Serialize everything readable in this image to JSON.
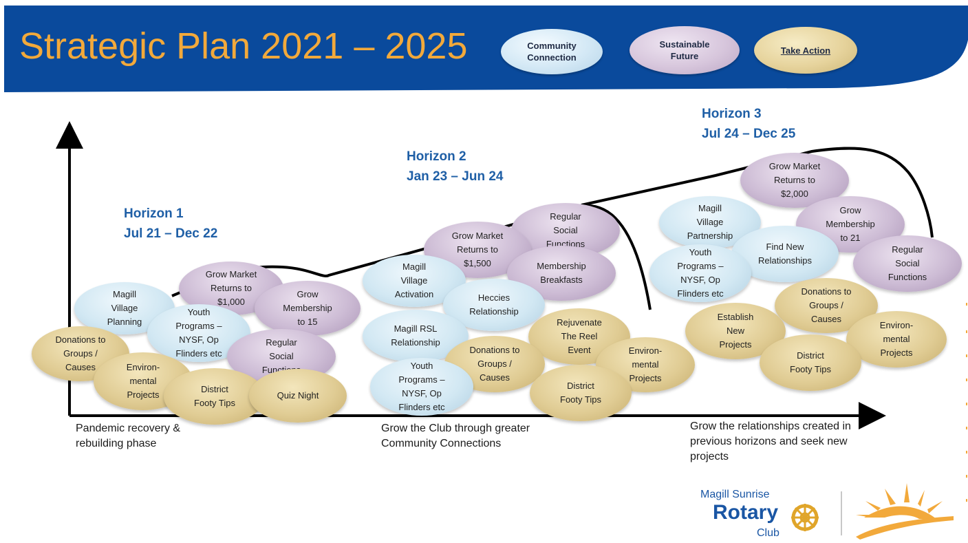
{
  "header": {
    "title": "Strategic Plan 2021 – 2025",
    "pills": [
      {
        "label": "Community\nConnection",
        "color": "blue"
      },
      {
        "label": "Sustainable\nFuture",
        "color": "purple"
      },
      {
        "label": "Take Action",
        "color": "tan"
      }
    ]
  },
  "horizons": [
    {
      "name": "Horizon 1",
      "dates": "Jul 21 – Dec 22"
    },
    {
      "name": "Horizon 2",
      "dates": "Jan 23 – Jun 24"
    },
    {
      "name": "Horizon 3",
      "dates": "Jul 24 – Dec 25"
    }
  ],
  "phases": [
    "Pandemic recovery &\nrebuilding phase",
    "Grow the Club through greater\nCommunity Connections",
    "Grow the relationships created in\nprevious horizons and seek new\nprojects"
  ],
  "horizon1_items": [
    {
      "label": "Magill\nVillage\nPlanning",
      "color": "blue"
    },
    {
      "label": "Grow Market\nReturns to\n$1,000",
      "color": "purple"
    },
    {
      "label": "Grow\nMembership\nto 15",
      "color": "purple"
    },
    {
      "label": "Youth\nPrograms –\nNYSF, Op\nFlinders etc",
      "color": "blue"
    },
    {
      "label": "Donations to\nGroups /\nCauses",
      "color": "tan"
    },
    {
      "label": "Regular\nSocial\nFunctions",
      "color": "purple"
    },
    {
      "label": "Environ-\nmental\nProjects",
      "color": "tan"
    },
    {
      "label": "District\nFooty Tips",
      "color": "tan"
    },
    {
      "label": "Quiz Night",
      "color": "tan"
    }
  ],
  "horizon2_items": [
    {
      "label": "Regular\nSocial\nFunctions",
      "color": "purple"
    },
    {
      "label": "Grow Market\nReturns to\n$1,500",
      "color": "purple"
    },
    {
      "label": "Membership\nBreakfasts",
      "color": "purple"
    },
    {
      "label": "Magill\nVillage\nActivation",
      "color": "blue"
    },
    {
      "label": "Heccies\nRelationship",
      "color": "blue"
    },
    {
      "label": "Magill RSL\nRelationship",
      "color": "blue"
    },
    {
      "label": "Rejuvenate\nThe Reel\nEvent",
      "color": "tan"
    },
    {
      "label": "Donations to\nGroups /\nCauses",
      "color": "tan"
    },
    {
      "label": "Environ-\nmental\nProjects",
      "color": "tan"
    },
    {
      "label": "Youth\nPrograms –\nNYSF, Op\nFlinders etc",
      "color": "blue"
    },
    {
      "label": "District\nFooty Tips",
      "color": "tan"
    }
  ],
  "horizon3_items": [
    {
      "label": "Grow Market\nReturns to\n$2,000",
      "color": "purple"
    },
    {
      "label": "Magill\nVillage\nPartnership",
      "color": "blue"
    },
    {
      "label": "Grow\nMembership\nto 21",
      "color": "purple"
    },
    {
      "label": "Find New\nRelationships",
      "color": "blue"
    },
    {
      "label": "Youth\nPrograms –\nNYSF, Op\nFlinders etc",
      "color": "blue"
    },
    {
      "label": "Regular\nSocial\nFunctions",
      "color": "purple"
    },
    {
      "label": "Donations to\nGroups /\nCauses",
      "color": "tan"
    },
    {
      "label": "Establish\nNew\nProjects",
      "color": "tan"
    },
    {
      "label": "Environ-\nmental\nProjects",
      "color": "tan"
    },
    {
      "label": "District\nFooty Tips",
      "color": "tan"
    }
  ],
  "logo": {
    "line1": "Magill Sunrise",
    "line2": "Rotary",
    "line3": "Club"
  },
  "colors": {
    "header_blue": "#0a4a9c",
    "title_orange": "#f2a93b",
    "horizon_blue": "#1f5fa6",
    "sun_orange": "#f2a93b"
  }
}
